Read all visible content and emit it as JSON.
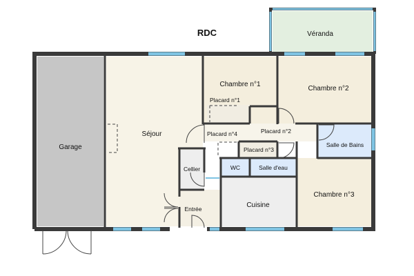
{
  "title": "RDC",
  "rooms": {
    "garage": "Garage",
    "sejour": "Séjour",
    "chambre1": "Chambre n°1",
    "chambre2": "Chambre n°2",
    "chambre3": "Chambre n°3",
    "veranda": "Véranda",
    "placard1": "Placard n°1",
    "placard2": "Placard n°2",
    "placard3": "Placard n°3",
    "placard4": "Placard n°4",
    "salle_de_bains": "Salle de Bains",
    "salle_deau": "Salle d'eau",
    "wc": "WC",
    "cellier": "Cellier",
    "entree": "Entrée",
    "cuisine": "Cuisine"
  },
  "colors": {
    "wall": "#3a3a3a",
    "garage_fill": "#c6c6c6",
    "living_fill": "#f7f3e7",
    "bedroom_fill": "#f4eedd",
    "service_fill": "#eeeeee",
    "wet_fill": "#dceafb",
    "veranda_fill": "#e3efe0",
    "window": "#7fc4e3"
  }
}
